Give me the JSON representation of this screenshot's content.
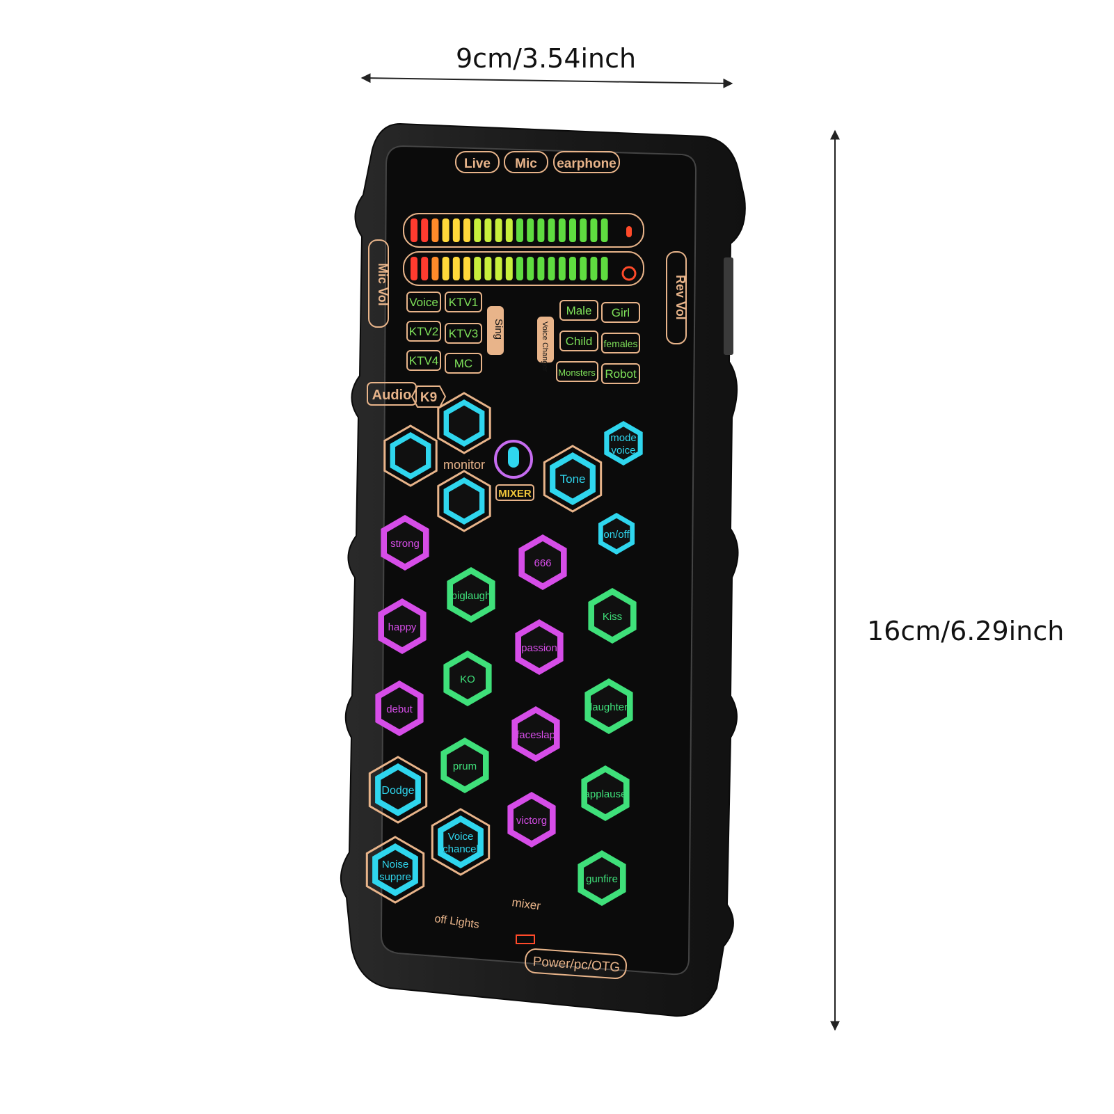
{
  "dimensions": {
    "width_label": "9cm/3.54inch",
    "height_label": "16cm/6.29inch"
  },
  "device": {
    "top_ports": [
      "Live",
      "Mic",
      "earphone"
    ],
    "left_knob_label": "Mic Vol",
    "right_knob_label": "Rev Vol",
    "sing_modes": [
      "Voice",
      "KTV1",
      "KTV2",
      "KTV3",
      "KTV4",
      "MC"
    ],
    "sing_group_label": "Sing",
    "voice_changer_label": "Voice Changer",
    "voice_changer_modes": [
      "Male",
      "Girl",
      "Child",
      "females",
      "Monsters",
      "Robot"
    ],
    "brand": "Audio",
    "model": "K9",
    "logo_text": "MIXER",
    "monitor_label": "monitor",
    "control_buttons": {
      "mode_voice_line1": "mode",
      "mode_voice_line2": "voice",
      "tone": "Tone",
      "on_off": "on/off"
    },
    "sound_effect_pads": [
      "strong",
      "666",
      "biglaugh",
      "Kiss",
      "happy",
      "passion",
      "KO",
      "laughter",
      "debut",
      "faceslap",
      "prum",
      "applause",
      "victorg",
      "gunfire"
    ],
    "function_pads": {
      "dodge": "Dodge",
      "voice_cancel_line1": "Voice",
      "voice_cancel_line2": "chancel",
      "noise_line1": "Noise",
      "noise_line2": "suppre"
    },
    "mixer_label": "mixer",
    "off_lights_label": "off Lights",
    "power_label": "Power/pc/OTG"
  },
  "colors": {
    "body": "#1b1b1b",
    "panel": "#0c0c0c",
    "accent_orange": "#e8b48a",
    "label_green": "#7fe25a",
    "pad_magenta": "#d64de8",
    "pad_green": "#3fe07a",
    "pad_cyan": "#2fd6ee"
  }
}
